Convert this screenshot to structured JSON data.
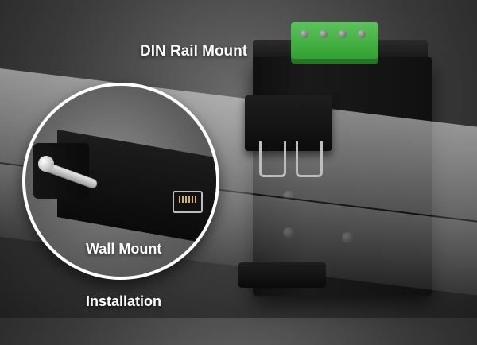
{
  "labels": {
    "din_rail_mount": "DIN Rail Mount",
    "wall_mount_line1": "Wall Mount",
    "wall_mount_line2": "Installation"
  },
  "icons": {
    "screw": "wall-screw-icon",
    "port": "rj45-port-icon"
  },
  "colors": {
    "terminal_block": "#3fb23f",
    "label_text": "#ffffff",
    "inset_border": "#ffffff"
  }
}
